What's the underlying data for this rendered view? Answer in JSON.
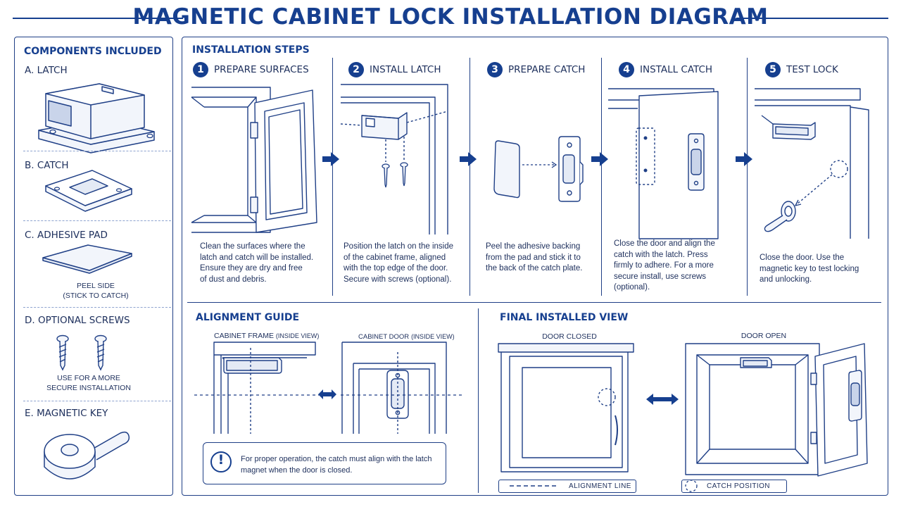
{
  "title": "MAGNETIC CABINET LOCK INSTALLATION DIAGRAM",
  "components": {
    "heading": "COMPONENTS INCLUDED",
    "items": [
      {
        "label": "A. LATCH"
      },
      {
        "label": "B. CATCH"
      },
      {
        "label": "C. ADHESIVE PAD",
        "note_lines": [
          "PEEL SIDE",
          "(STICK TO CATCH)"
        ]
      },
      {
        "label": "D. OPTIONAL SCREWS",
        "note_lines": [
          "USE FOR A MORE",
          "SECURE INSTALLATION"
        ]
      },
      {
        "label": "E. MAGNETIC KEY"
      }
    ]
  },
  "steps": {
    "heading": "INSTALLATION STEPS",
    "items": [
      {
        "num": "1",
        "label": "PREPARE SURFACES",
        "desc_lines": [
          "Clean the surfaces where the",
          "latch and catch will be installed.",
          "Ensure they are dry and free",
          "of dust and debris."
        ]
      },
      {
        "num": "2",
        "label": "INSTALL LATCH",
        "desc_lines": [
          "Position the latch on the inside",
          "of the cabinet frame, aligned",
          "with the top edge of the door.",
          "Secure with screws (optional)."
        ]
      },
      {
        "num": "3",
        "label": "PREPARE CATCH",
        "desc_lines": [
          "Peel the adhesive backing",
          "from the pad and stick it to",
          "the back of the catch plate."
        ]
      },
      {
        "num": "4",
        "label": "INSTALL CATCH",
        "desc_lines": [
          "Close the door and align the",
          "catch with the latch. Press",
          "firmly to adhere. For a more",
          "secure install, use screws",
          "(optional)."
        ]
      },
      {
        "num": "5",
        "label": "TEST LOCK",
        "desc_lines": [
          "Close the door. Use the",
          "magnetic key to test locking",
          "and unlocking."
        ]
      }
    ]
  },
  "alignment": {
    "heading": "ALIGNMENT GUIDE",
    "frame_caption": {
      "main": "CABINET FRAME",
      "sub": "(INSIDE VIEW)"
    },
    "door_caption": {
      "main": "CABINET DOOR",
      "sub": "(INSIDE VIEW)"
    },
    "note_lines": [
      "For proper operation, the catch must align with the latch",
      "magnet when the door is closed."
    ],
    "note_icon": "!"
  },
  "final_view": {
    "heading": "FINAL INSTALLED VIEW",
    "closed_caption": "DOOR CLOSED",
    "open_caption": "DOOR OPEN",
    "legend_alignment": "ALIGNMENT LINE",
    "legend_catch": "CATCH POSITION"
  },
  "colors": {
    "accent": "#163f8f",
    "line": "#1f3f86",
    "dashed": "#8ea3cf",
    "fill": "#f2f5fb"
  }
}
